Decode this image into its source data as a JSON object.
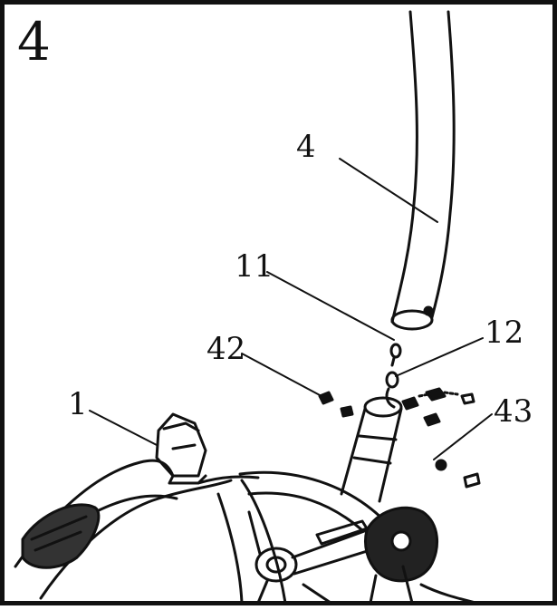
{
  "step_number": "4",
  "callouts": {
    "handlebar_post": "4",
    "pin": "11",
    "clip": "12",
    "bolt": "42",
    "frame": "1",
    "washer": "43"
  },
  "colors": {
    "ink": "#111111",
    "paper": "#ffffff"
  }
}
